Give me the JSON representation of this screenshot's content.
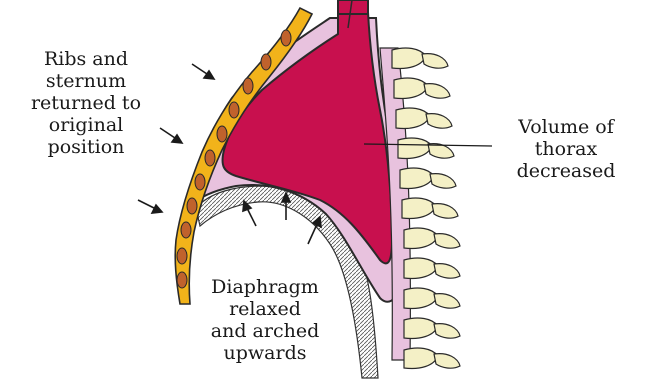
{
  "labels": {
    "ribs": [
      "Ribs and",
      "sternum",
      "returned to",
      "original",
      "position"
    ],
    "volume": [
      "Volume of",
      "thorax",
      "decreased"
    ],
    "diaphragm": [
      "Diaphragm",
      "relaxed",
      "and arched",
      "upwards"
    ]
  },
  "colors": {
    "lung": "#c8104e",
    "pleura": "#e8c2de",
    "ribs": "#f2b31a",
    "rib_holes": "#c0622c",
    "vertebra": "#f4f0c6",
    "outline": "#2a2a2a",
    "text": "#1a1a1a"
  }
}
